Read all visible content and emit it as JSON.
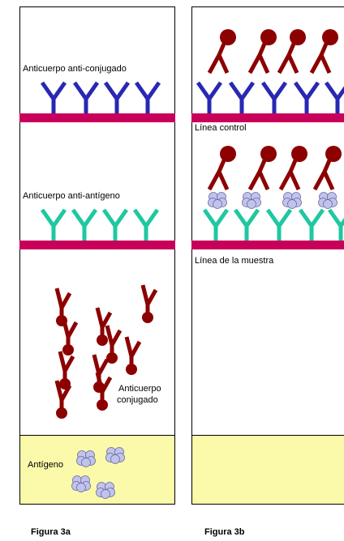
{
  "colors": {
    "panel_border": "#000000",
    "strip": "#c8005a",
    "antibody_blue": "#2828b4",
    "antibody_teal": "#1ec8a0",
    "conjugate_red": "#8c0000",
    "antigen_fill": "#c0c4ec",
    "antigen_stroke": "#6a6aa0",
    "sample_pad": "#fafaaa"
  },
  "icons": {
    "antibody": "y-shaped-antibody",
    "conjugate": "antibody-with-gold-particle",
    "antigen": "antigen-cluster"
  },
  "figure_a": {
    "caption": "Figura 3a",
    "label_anti_conjugate": "Anticuerpo anti-conjugado",
    "label_anti_antigen": "Anticuerpo anti-antígeno",
    "label_conjugate_line1": "Anticuerpo",
    "label_conjugate_line2": "conjugado",
    "label_antigen": "Antígeno"
  },
  "figure_b": {
    "caption": "Figura 3b",
    "label_control_line": "Línea control",
    "label_sample_line": "Línea de la muestra"
  }
}
